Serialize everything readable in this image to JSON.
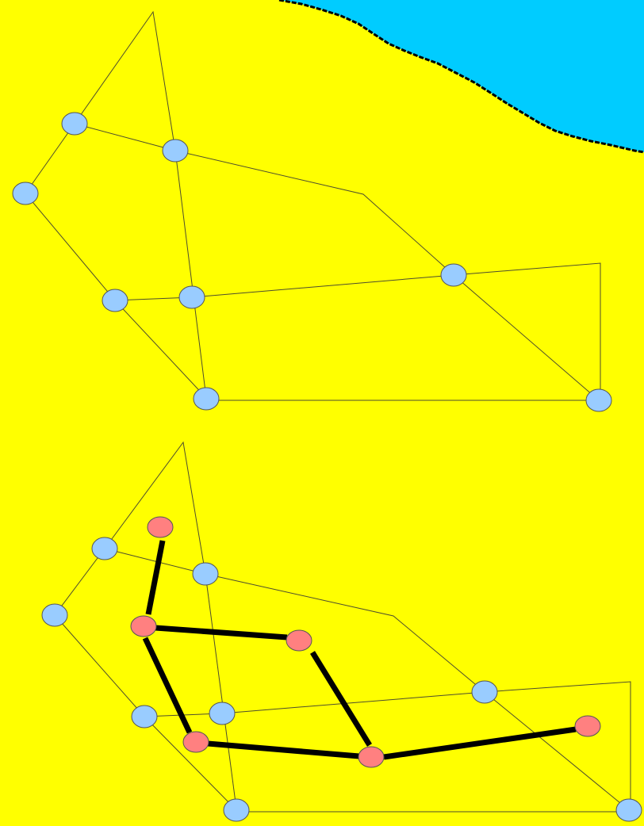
{
  "colors": {
    "background": "#ffff00",
    "water": "#00ccff",
    "water_edge": "#000000",
    "edge": "#4d4d2e",
    "path": "#000000",
    "node_fill": "#99ccff",
    "highlight_fill": "#ff8080",
    "node_stroke": "#555555"
  },
  "diagrams": [
    {
      "name": "top-graph",
      "nodes": [
        "n1",
        "n2",
        "n3",
        "n4",
        "n5",
        "n6",
        "n7",
        "n8"
      ],
      "highlighted_nodes": []
    },
    {
      "name": "bottom-graph",
      "nodes": [
        "n1",
        "n2",
        "n3",
        "n4",
        "n5",
        "n6",
        "n7",
        "n8"
      ],
      "highlighted_nodes": [
        "r1",
        "r2",
        "r3",
        "r4",
        "r5",
        "r6"
      ]
    }
  ]
}
